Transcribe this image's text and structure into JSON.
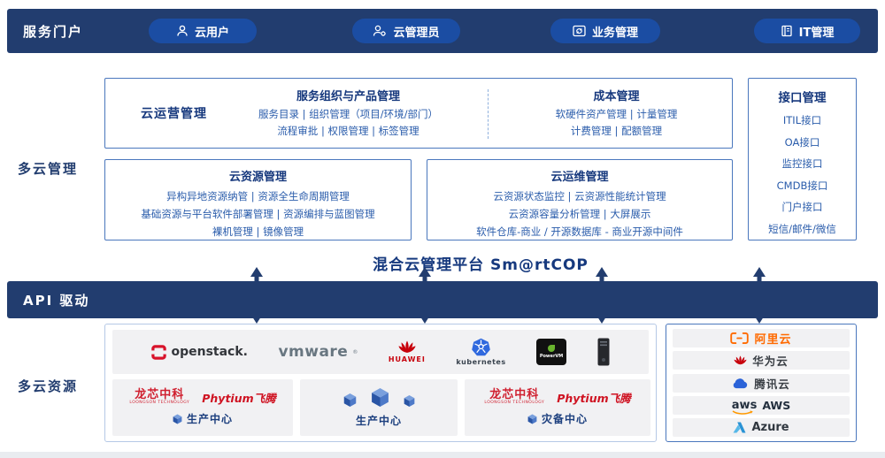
{
  "palette": {
    "band_navy": "#223d6f",
    "pill_blue": "#1b4da3",
    "box_border": "#4a77bd",
    "title_blue": "#16387d",
    "body_blue": "#2a5cab",
    "gray_tile": "#f1f1f3",
    "huawei_red": "#c7000b",
    "loongson_red": "#d01f2f",
    "aliyun_orange": "#ff6a00",
    "azure_blue": "#2a93d5",
    "tencent_blue": "#2b63d8",
    "aws_dark": "#232f3e"
  },
  "portal": {
    "label": "服务门户",
    "pills": [
      {
        "label": "云用户"
      },
      {
        "label": "云管理员"
      },
      {
        "label": "业务管理"
      },
      {
        "label": "IT管理"
      }
    ]
  },
  "management": {
    "label": "多云管理",
    "operation": {
      "title": "云运营管理",
      "service": {
        "title": "服务组织与产品管理",
        "line1": "服务目录 | 组织管理（项目/环境/部门）",
        "line2": "流程审批 | 权限管理 | 标签管理"
      },
      "cost": {
        "title": "成本管理",
        "line1": "软硬件资产管理 | 计量管理",
        "line2": "计费管理 | 配额管理"
      }
    },
    "resource": {
      "title": "云资源管理",
      "line1": "异构异地资源纳管 | 资源全生命周期管理",
      "line2": "基础资源与平台软件部署管理 | 资源编排与蓝图管理",
      "line3": "裸机管理 | 镜像管理"
    },
    "ops": {
      "title": "云运维管理",
      "line1": "云资源状态监控 | 云资源性能统计管理",
      "line2": "云资源容量分析管理 | 大屏展示",
      "line3": "软件仓库-商业 / 开源数据库 - 商业开源中间件"
    },
    "interface": {
      "title": "接口管理",
      "items": [
        "ITIL接口",
        "OA接口",
        "监控接口",
        "CMDB接口",
        "门户接口",
        "短信/邮件/微信"
      ]
    },
    "platform_title": "混合云管理平台 Sm@rtCOP"
  },
  "api": {
    "label": "API 驱动"
  },
  "resources": {
    "label": "多云资源",
    "tech": {
      "openstack": "openstack.",
      "vmware": "vmware",
      "vmware_reg": "®",
      "huawei": "HUAWEI",
      "kubernetes": "kubernetes",
      "powervm": "PowerVM"
    },
    "centers": [
      {
        "logo1": "龙芯中科",
        "logo1_sub": "LOONGSON TECHNOLOGY",
        "logo2": "Phytium飞腾",
        "label": "生产中心"
      },
      {
        "label": "生产中心"
      },
      {
        "logo1": "龙芯中科",
        "logo1_sub": "LOONGSON TECHNOLOGY",
        "logo2": "Phytium飞腾",
        "label": "灾备中心"
      }
    ],
    "clouds": [
      {
        "label": "阿里云"
      },
      {
        "label": "华为云"
      },
      {
        "label": "腾讯云"
      },
      {
        "prefix": "aws",
        "label": "AWS"
      },
      {
        "label": "Azure"
      }
    ]
  }
}
